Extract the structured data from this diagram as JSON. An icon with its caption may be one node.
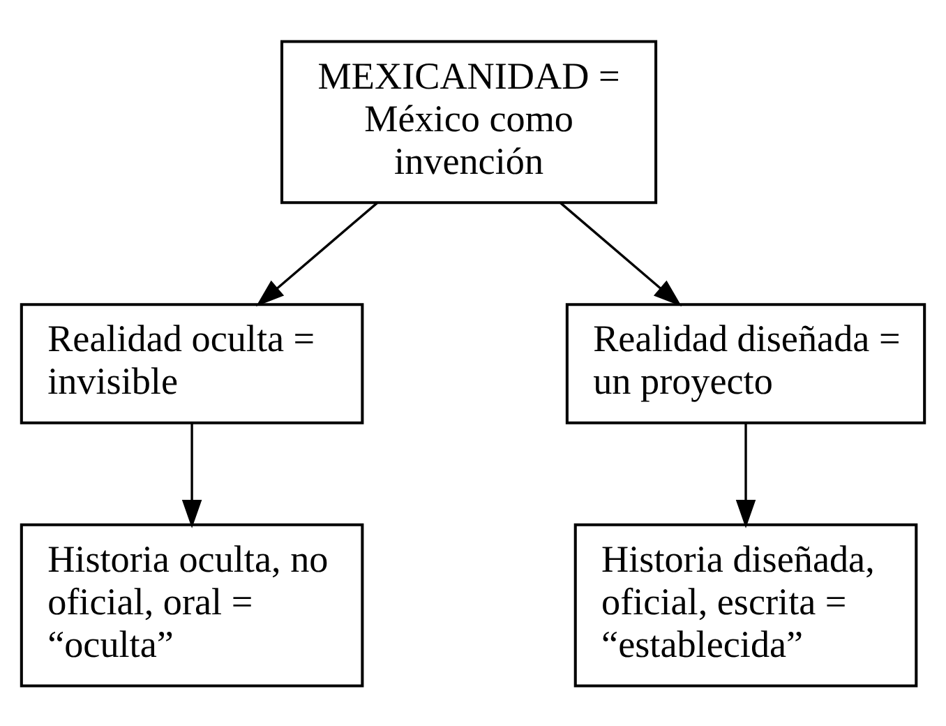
{
  "diagram": {
    "nodes": [
      {
        "text": [
          "MEXICANIDAD = México como invención"
        ]
      },
      {
        "text": [
          "Realidad oculta = invisible"
        ]
      },
      {
        "text": [
          "Realidad diseñada = un proyecto"
        ]
      },
      {
        "text": [
          "Historia oculta, no oficial, oral = “oculta”"
        ]
      },
      {
        "text": [
          "Historia diseñada, oficial, escrita = “establecida”"
        ]
      }
    ],
    "edges": [
      {
        "from": 0,
        "to": 1,
        "arrow": "to"
      },
      {
        "from": 0,
        "to": 2,
        "arrow": "to"
      },
      {
        "from": 1,
        "to": 3,
        "arrow": "to"
      },
      {
        "from": 2,
        "to": 4,
        "arrow": "to"
      }
    ]
  }
}
